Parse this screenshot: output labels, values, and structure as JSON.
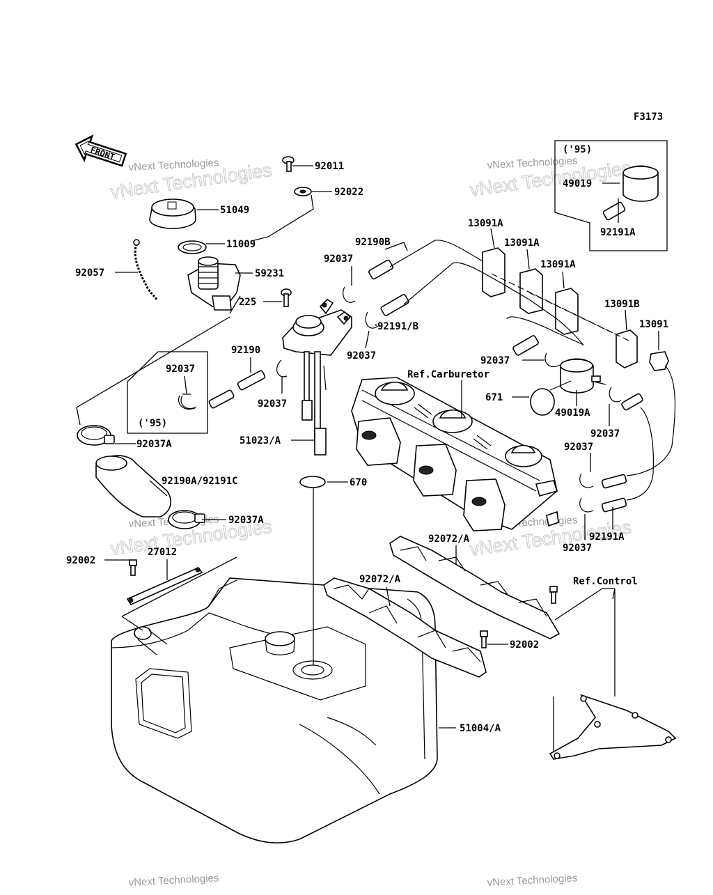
{
  "figure_code": "F3173",
  "front_arrow_text": "FRONT",
  "watermark": {
    "line1": "vNext Technologies",
    "line2": "vNext Technologies"
  },
  "inset_boxes": [
    {
      "year_label": "('95)",
      "part": "92037"
    },
    {
      "year_label": "('95)",
      "parts": [
        "49019",
        "92191A"
      ]
    }
  ],
  "reference_labels": {
    "carburetor": "Ref.Carburetor",
    "control": "Ref.Control"
  },
  "part_labels": {
    "p92011": "92011",
    "p92022": "92022",
    "p51049": "51049",
    "p11009": "11009",
    "p92057": "92057",
    "p59231": "59231",
    "p225": "225",
    "p92190B": "92190B",
    "p92037_a": "92037",
    "p92191B": "92191/B",
    "p92037_b": "92037",
    "p92190": "92190",
    "p92037_c": "92037",
    "p92037_inset": "92037",
    "p92037A_1": "92037A",
    "p51023A": "51023/A",
    "p670": "670",
    "p92190A_92191C": "92190A/92191C",
    "p92037A_2": "92037A",
    "p92002_l": "92002",
    "p27012": "27012",
    "p13091A_1": "13091A",
    "p13091A_2": "13091A",
    "p13091A_3": "13091A",
    "p13091B": "13091B",
    "p13091": "13091",
    "p49019": "49019",
    "p92191A_inset": "92191A",
    "p92037_d": "92037",
    "p671": "671",
    "p49019A": "49019A",
    "p92037_e": "92037",
    "p92037_f": "92037",
    "p92191A": "92191A",
    "p92037_g": "92037",
    "p92072A_1": "92072/A",
    "p92072A_2": "92072/A",
    "p92002_r": "92002",
    "p51004A": "51004/A"
  }
}
